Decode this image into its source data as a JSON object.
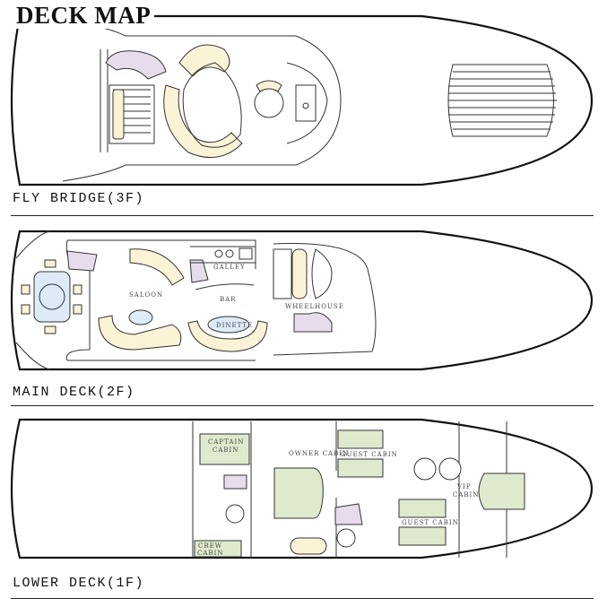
{
  "title": "DECK MAP",
  "decks": [
    {
      "label": "FLY BRIDGE(3F)",
      "rooms": []
    },
    {
      "label": "MAIN DECK(2F)",
      "rooms": [
        "SALOON",
        "GALLEY",
        "BAR",
        "DINETTE",
        "WHEELHOUSE"
      ]
    },
    {
      "label": "LOWER DECK(1F)",
      "rooms": [
        "CAPTAIN",
        "CABIN",
        "OWNER CABIN",
        "GUEST CABIN",
        "VIP",
        "CABIN",
        "GUEST CABIN",
        "CREW",
        "CABIN"
      ]
    }
  ],
  "colors": {
    "seating": "#fbf3d6",
    "stairs": "#e6dcec",
    "beds": "#dfe9cd",
    "table": "#dcebf7"
  }
}
